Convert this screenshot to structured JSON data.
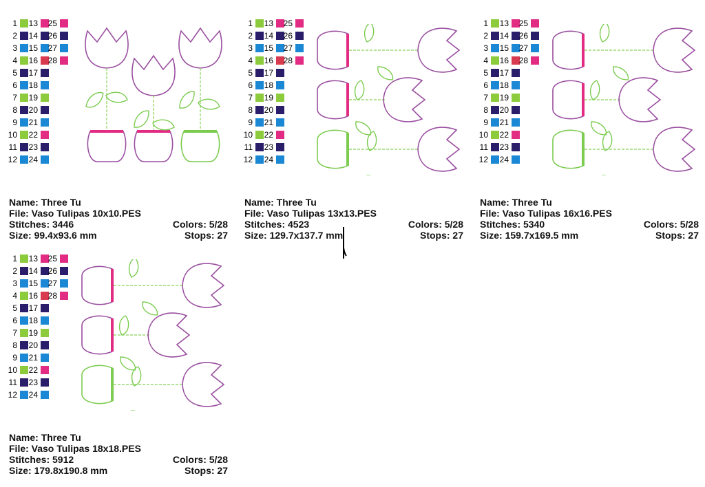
{
  "colors": {
    "green": "#8ccc3c",
    "navy": "#2a1d6a",
    "blue": "#1a88d4",
    "pink": "#e22c84",
    "red": "#d83a50",
    "purple": "#9a4fa0",
    "light_green": "#7ccc50"
  },
  "palette": {
    "col1": [
      {
        "n": "1",
        "c": "green"
      },
      {
        "n": "2",
        "c": "navy"
      },
      {
        "n": "3",
        "c": "blue"
      },
      {
        "n": "4",
        "c": "green"
      },
      {
        "n": "5",
        "c": "navy"
      },
      {
        "n": "6",
        "c": "blue"
      },
      {
        "n": "7",
        "c": "green"
      },
      {
        "n": "8",
        "c": "navy"
      },
      {
        "n": "9",
        "c": "blue"
      },
      {
        "n": "10",
        "c": "green"
      },
      {
        "n": "11",
        "c": "navy"
      },
      {
        "n": "12",
        "c": "blue"
      }
    ],
    "col2": [
      {
        "n": "13",
        "c": "pink"
      },
      {
        "n": "14",
        "c": "navy"
      },
      {
        "n": "15",
        "c": "blue"
      },
      {
        "n": "16",
        "c": "red"
      },
      {
        "n": "17",
        "c": "navy"
      },
      {
        "n": "18",
        "c": "blue"
      },
      {
        "n": "19",
        "c": "green"
      },
      {
        "n": "20",
        "c": "navy"
      },
      {
        "n": "21",
        "c": "blue"
      },
      {
        "n": "22",
        "c": "pink"
      },
      {
        "n": "23",
        "c": "navy"
      },
      {
        "n": "24",
        "c": "blue"
      }
    ],
    "col3": [
      {
        "n": "25",
        "c": "pink"
      },
      {
        "n": "26",
        "c": "navy"
      },
      {
        "n": "27",
        "c": "blue"
      },
      {
        "n": "28",
        "c": "pink"
      }
    ]
  },
  "cards": [
    {
      "name": "Name: Three Tu",
      "file": "File: Vaso Tulipas 10x10.PES",
      "stitches": "Stitches: 3446",
      "colors": "Colors: 5/28",
      "size": "Size: 99.4x93.6 mm",
      "stops": "Stops: 27",
      "layout": "vertical"
    },
    {
      "name": "Name: Three Tu",
      "file": "File: Vaso Tulipas 13x13.PES",
      "stitches": "Stitches: 4523",
      "colors": "Colors: 5/28",
      "size": "Size: 129.7x137.7 mm",
      "stops": "Stops: 27",
      "layout": "horizontal"
    },
    {
      "name": "Name: Three Tu",
      "file": "File: Vaso Tulipas 16x16.PES",
      "stitches": "Stitches: 5340",
      "colors": "Colors: 5/28",
      "size": "Size: 159.7x169.5 mm",
      "stops": "Stops: 27",
      "layout": "horizontal"
    },
    {
      "name": "Name: Three Tu",
      "file": "File: Vaso Tulipas 18x18.PES",
      "stitches": "Stitches: 5912",
      "colors": "Colors: 5/28",
      "size": "Size: 179.8x190.8 mm",
      "stops": "Stops: 27",
      "layout": "horizontal"
    }
  ],
  "cursor_icon": "text-cursor-icon"
}
